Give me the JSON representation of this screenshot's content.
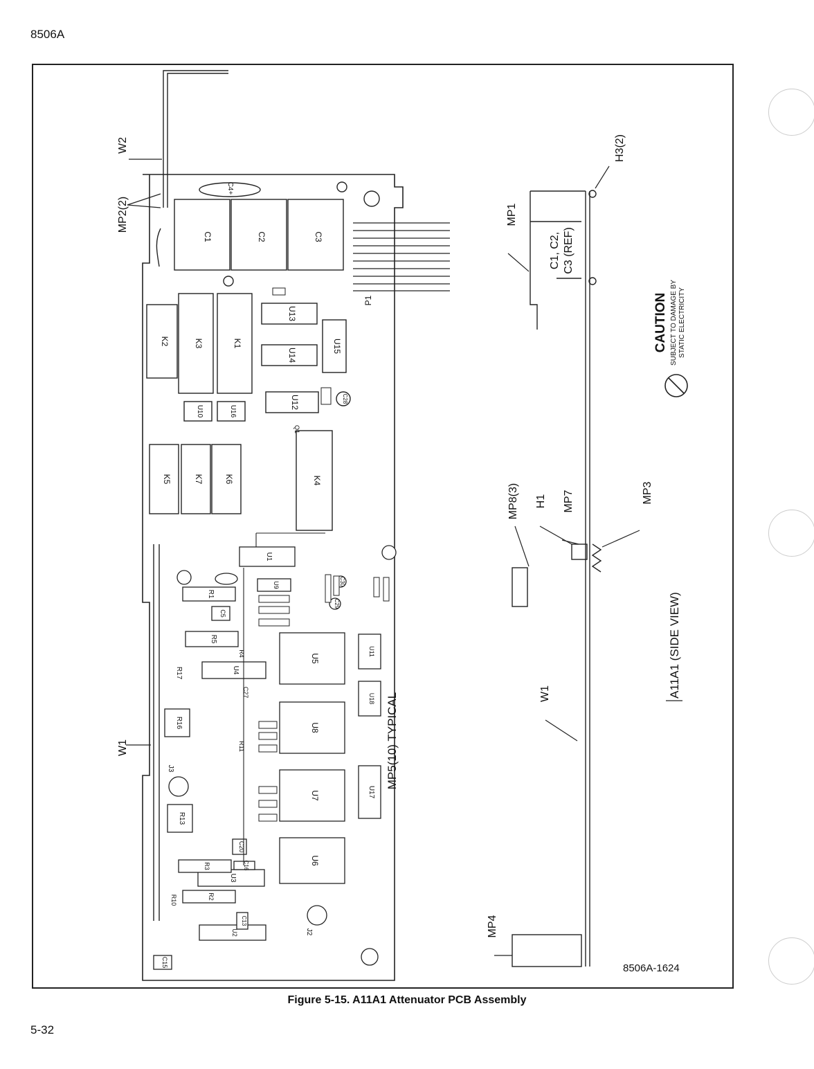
{
  "page": {
    "header": "8506A",
    "footer": "5-32",
    "caption": "Figure 5-15. A11A1 Attenuator PCB Assembly",
    "drawing_number": "8506A-1624"
  },
  "callouts": {
    "w2": "W2",
    "mp2": "MP2(2)",
    "w1_left": "W1",
    "mp5": "MP5(10) TYPICAL",
    "p1": "P1",
    "h3": "H3(2)",
    "mp1": "MP1",
    "c_ref": "C1, C2,",
    "c_ref2": "C3 (REF)",
    "caution_title": "CAUTION",
    "caution_1": "SUBJECT TO DAMAGE BY",
    "caution_2": "STATIC ELECTRICITY",
    "mp8": "MP8(3)",
    "h1": "H1",
    "mp7": "MP7",
    "mp3": "MP3",
    "w1_side": "W1",
    "side_view": "A11A1 (SIDE VIEW)",
    "mp4": "MP4"
  },
  "components": {
    "c1": "C1",
    "c2": "C2",
    "c3": "C3",
    "c4": "C4+",
    "k1": "K1",
    "k2": "K2",
    "k3": "K3",
    "k4": "K4",
    "k5": "K5",
    "k6": "K6",
    "k7": "K7",
    "u1": "U1",
    "u2": "U2",
    "u3": "U3",
    "u4": "U4",
    "u5": "U5",
    "u6": "U6",
    "u7": "U7",
    "u8": "U8",
    "u9": "U9",
    "u10": "U10",
    "u11": "U11",
    "u12": "U12",
    "u13": "U13",
    "u14": "U14",
    "u15": "U15",
    "u16": "U16",
    "u17": "U17",
    "u18": "U18",
    "r1": "R1",
    "r2": "R2",
    "r3": "R3",
    "r4": "R4",
    "r5": "R5",
    "r10": "R10",
    "r11": "R11",
    "r13": "R13",
    "r16": "R16",
    "r17": "R17",
    "c5": "C5",
    "c13": "C13",
    "c15": "C15",
    "c16": "C16",
    "c20": "C20",
    "c27": "C27",
    "c28": "C28",
    "c29": "C29",
    "c30": "C30",
    "j2": "J2",
    "j3": "J3",
    "q1": "Q1"
  }
}
